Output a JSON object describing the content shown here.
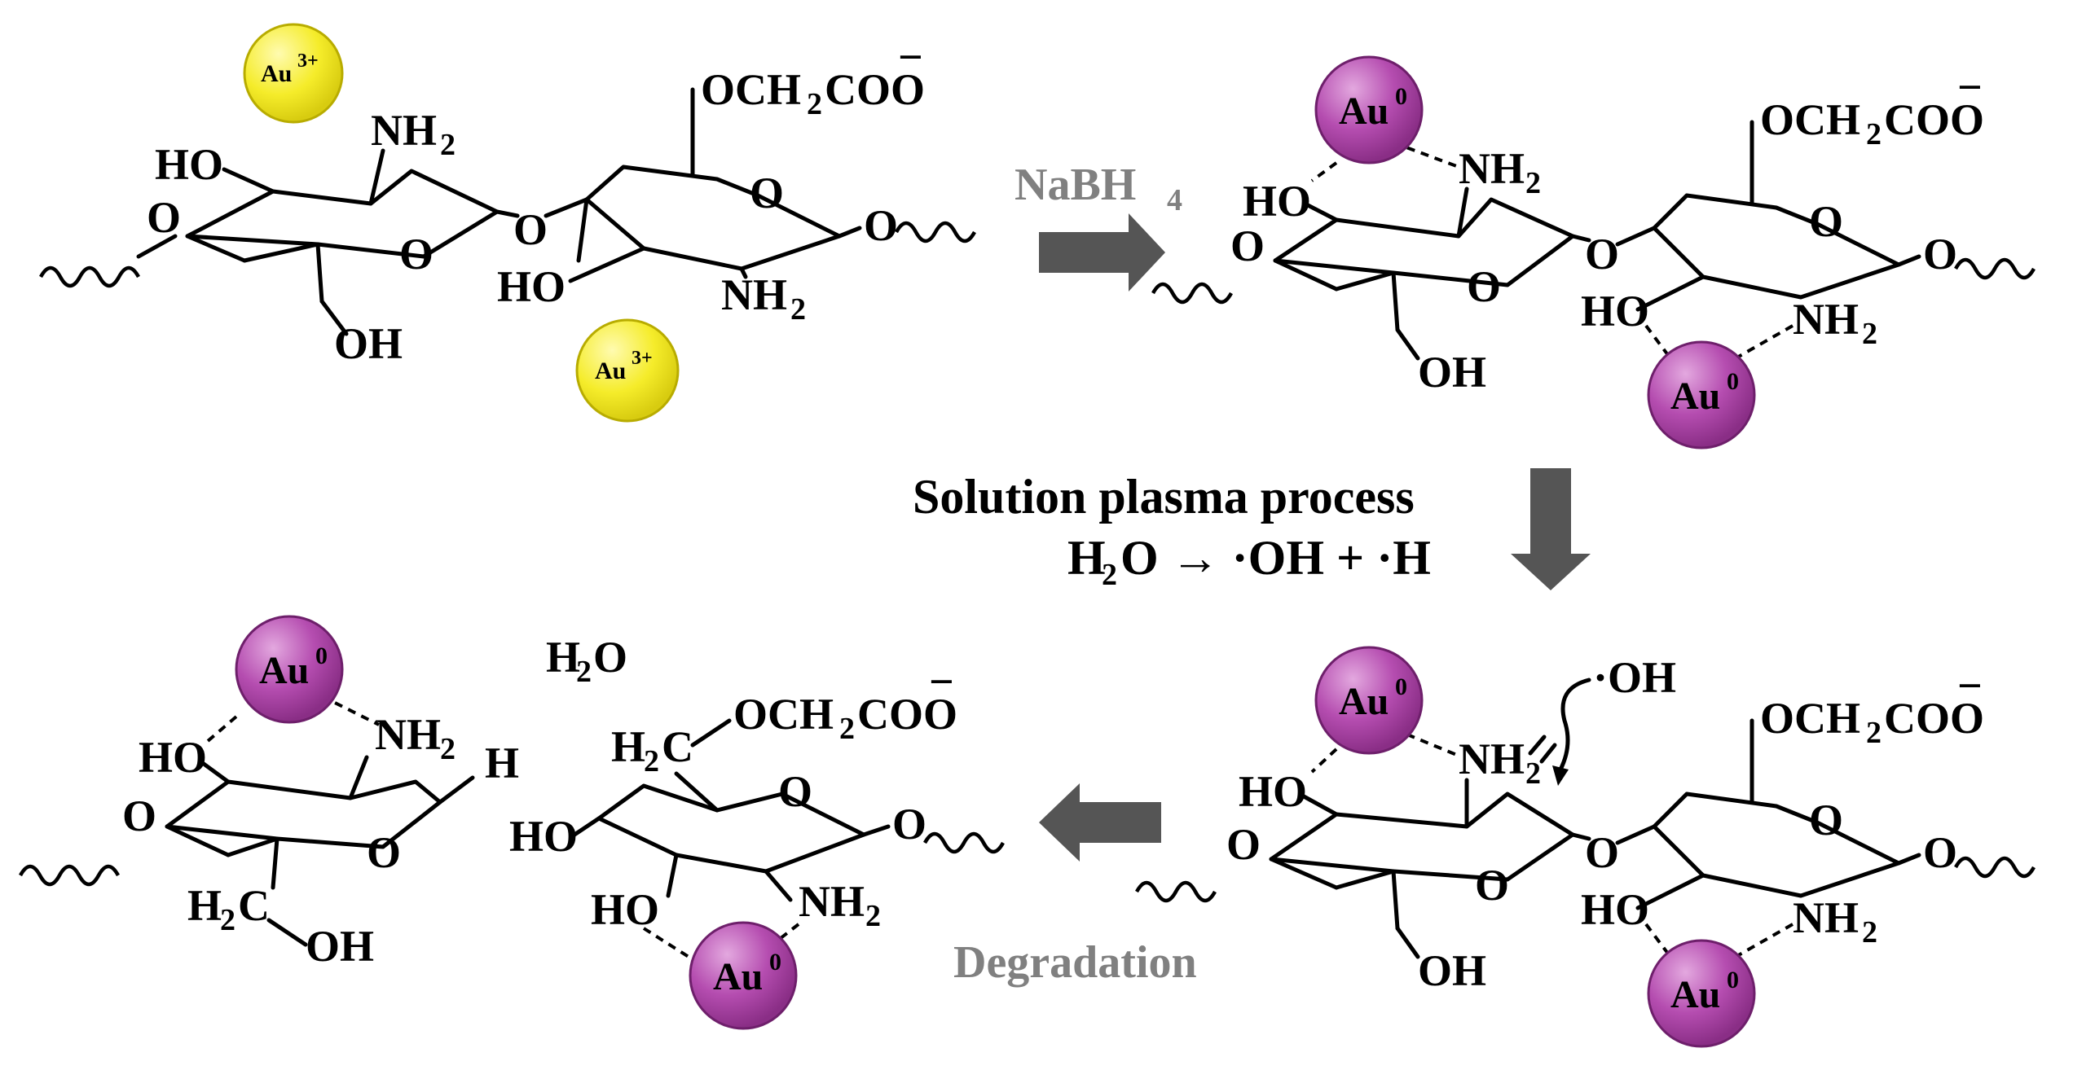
{
  "labels": {
    "au3": "Au",
    "au3_sup": "3+",
    "au0": "Au",
    "au0_sup": "0",
    "ho": "HO",
    "oh": "OH",
    "o": "O",
    "nh": "NH",
    "sub2": "2",
    "och2coo": "OCH",
    "coo": "COO",
    "minus": "−",
    "h2c": "H",
    "h2c_c": "C",
    "h": "H",
    "h2o": "H",
    "h2o_o": "O",
    "radical_oh": "·OH"
  },
  "steps": {
    "reduction_agent": "NaBH",
    "reduction_agent_sub": "4",
    "plasma_title": "Solution plasma process",
    "plasma_eq_h": "H",
    "plasma_eq_rest": "O → ·OH + ·H",
    "degradation": "Degradation"
  },
  "colors": {
    "au3_fill": "#f2ea2a",
    "au3_stroke": "#b8ac00",
    "au0_fill": "#b54db0",
    "au0_stroke": "#6e1f6b",
    "arrow": "#555555",
    "grey_text": "#808080"
  }
}
